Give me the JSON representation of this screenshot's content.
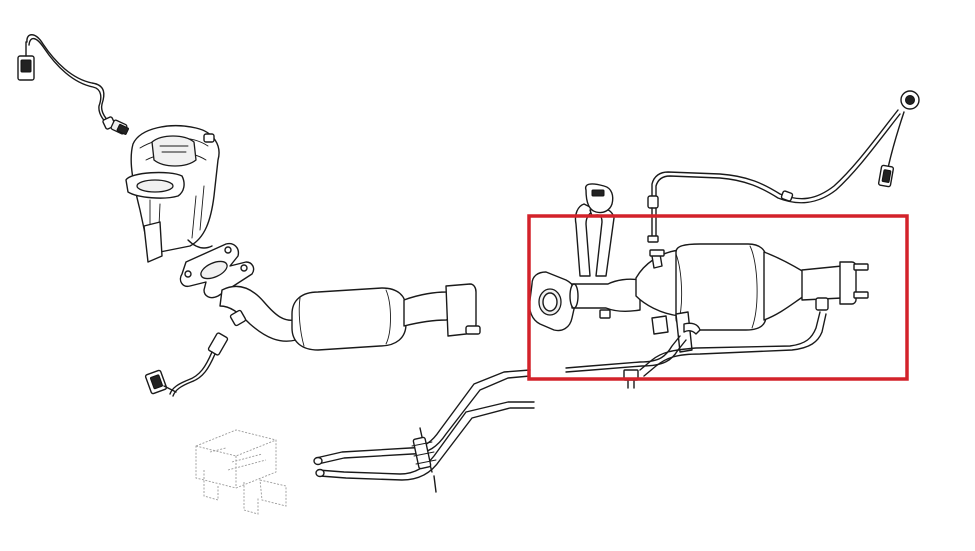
{
  "diagram": {
    "image_colors": {
      "line": "#1a1a1a",
      "highlight": "#d3222a",
      "background": "#ffffff"
    },
    "components": [
      "upstream-oxygen-sensor",
      "turbo-outlet-catalytic-converter",
      "flex-pipe-flange",
      "intermediate-catalyst-pipe",
      "downstream-oxygen-sensor",
      "egt-temperature-sensor",
      "diesel-particulate-filter",
      "exhaust-pressure-sensor-lines",
      "differential-pressure-sensor"
    ],
    "highlight": {
      "label": "",
      "encloses": "diesel-particulate-filter"
    }
  }
}
